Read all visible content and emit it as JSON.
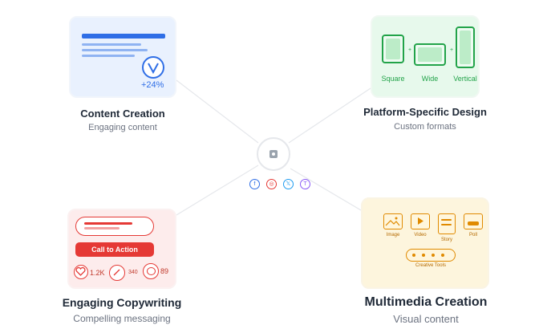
{
  "nodes": {
    "content": {
      "title": "Content Creation",
      "subtitle": "Engaging content",
      "metric": "+24%"
    },
    "platform": {
      "title": "Platform-Specific Design",
      "subtitle": "Custom formats",
      "formats": [
        "Square",
        "Wide",
        "Vertical"
      ],
      "plus": "+"
    },
    "copywriting": {
      "title": "Engaging Copywriting",
      "subtitle": "Compelling messaging",
      "cta_label": "Call to Action",
      "likes": "1.2K",
      "shares": "340",
      "comments": "89"
    },
    "multimedia": {
      "title": "Multimedia Creation",
      "subtitle": "Visual content",
      "items": [
        "Image",
        "Video",
        "Story",
        "Poll"
      ],
      "tools_label": "Creative Tools"
    }
  },
  "hub": {
    "socials": [
      "f",
      "◎",
      "𝕏",
      "T"
    ]
  },
  "colors": {
    "blue": "#2f6ee6",
    "green": "#22a349",
    "red": "#e53935",
    "orange": "#e08a00"
  }
}
